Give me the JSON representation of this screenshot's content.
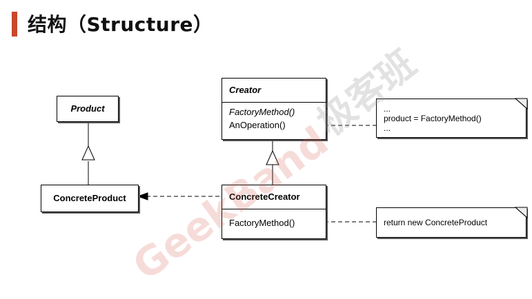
{
  "title": "结构（Structure）",
  "classes": {
    "product": {
      "name": "Product"
    },
    "concrete_product": {
      "name": "ConcreteProduct"
    },
    "creator": {
      "name": "Creator",
      "ops": [
        "FactoryMethod()",
        "AnOperation()"
      ]
    },
    "concrete_creator": {
      "name": "ConcreteCreator",
      "ops": [
        "FactoryMethod()"
      ]
    }
  },
  "notes": {
    "creator_note": [
      "...",
      "product = FactoryMethod()",
      "..."
    ],
    "concrete_note": [
      "return new ConcreteProduct"
    ]
  },
  "watermark": {
    "chinese": "极客班",
    "latin": "GeekBand"
  }
}
